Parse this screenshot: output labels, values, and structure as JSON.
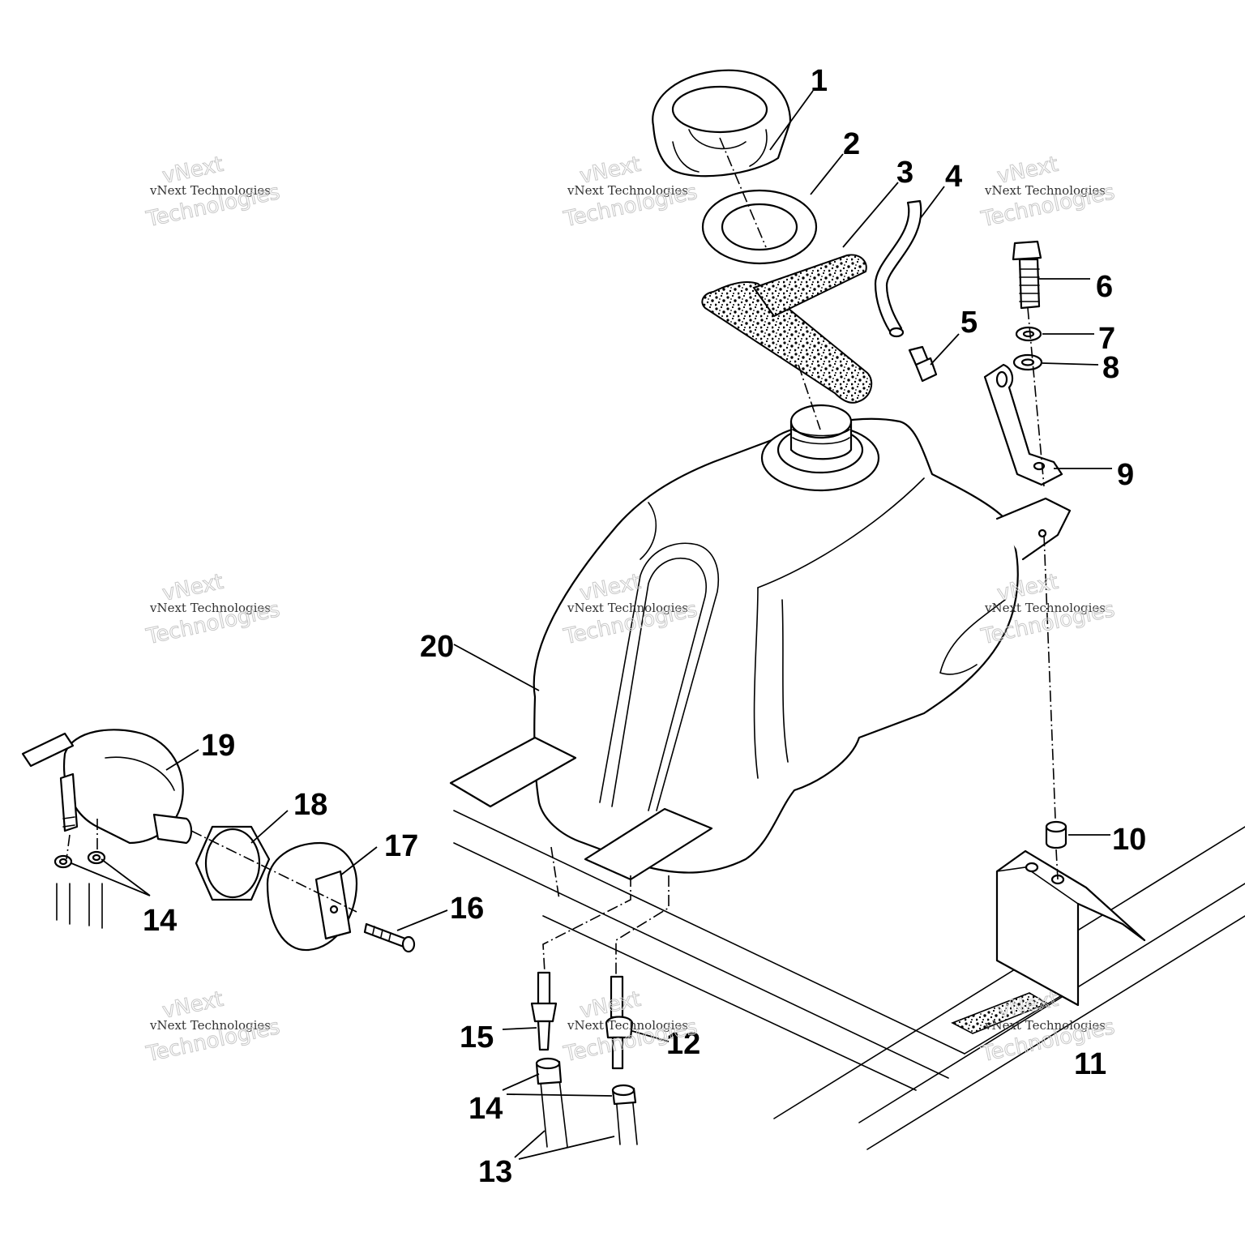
{
  "callouts": [
    "1",
    "2",
    "3",
    "4",
    "5",
    "6",
    "7",
    "8",
    "9",
    "10",
    "11",
    "12",
    "13",
    "14",
    "14",
    "15",
    "16",
    "17",
    "18",
    "19",
    "20"
  ],
  "watermark": {
    "line1": "vNext Technologies",
    "line2": "vNext",
    "line3": "Technologies"
  },
  "colors": {
    "ink": "#000000",
    "paper": "#ffffff",
    "watermark": "#c8c8c8"
  }
}
